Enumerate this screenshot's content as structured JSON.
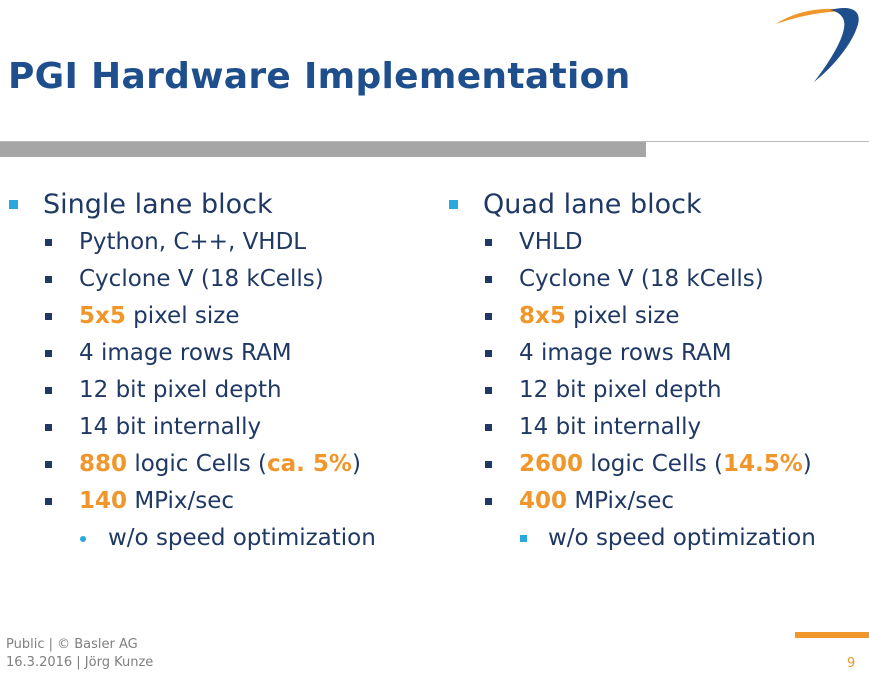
{
  "slide": {
    "title": "PGI Hardware Implementation",
    "page_number": "9"
  },
  "colors": {
    "title": "#1f4e8c",
    "text": "#1f3864",
    "accent_orange": "#f0962a",
    "bullet_blue": "#29a8e0",
    "rule_grey": "#a6a6a6"
  },
  "left": {
    "heading": "Single lane block",
    "r1": "Python, C++, VHDL",
    "r2": "Cyclone V (18 kCells)",
    "r3_hl": "5x5",
    "r3_rest": " pixel size",
    "r4": "4 image rows RAM",
    "r5": "12 bit pixel depth",
    "r6": "14 bit internally",
    "r7_hl": "880",
    "r7_mid": " logic Cells (",
    "r7_hl2": "ca. 5%",
    "r7_end": ")",
    "r8_hl": "140",
    "r8_rest": " MPix/sec",
    "sub": "w/o speed optimization"
  },
  "right": {
    "heading": "Quad lane block",
    "r1": "VHLD",
    "r2": "Cyclone V (18 kCells)",
    "r3_hl": "8x5",
    "r3_rest": " pixel size",
    "r4": "4 image rows RAM",
    "r5": "12 bit pixel depth",
    "r6": "14 bit internally",
    "r7_hl": "2600",
    "r7_mid": " logic Cells (",
    "r7_hl2": "14.5%",
    "r7_end": ")",
    "r8_hl": "400",
    "r8_rest": " MPix/sec",
    "sub": "w/o speed optimization"
  },
  "footer": {
    "line1": "Public | © Basler AG",
    "line2": "16.3.2016 | Jörg Kunze"
  },
  "icons": {
    "logo": "basler-swoosh-logo"
  }
}
